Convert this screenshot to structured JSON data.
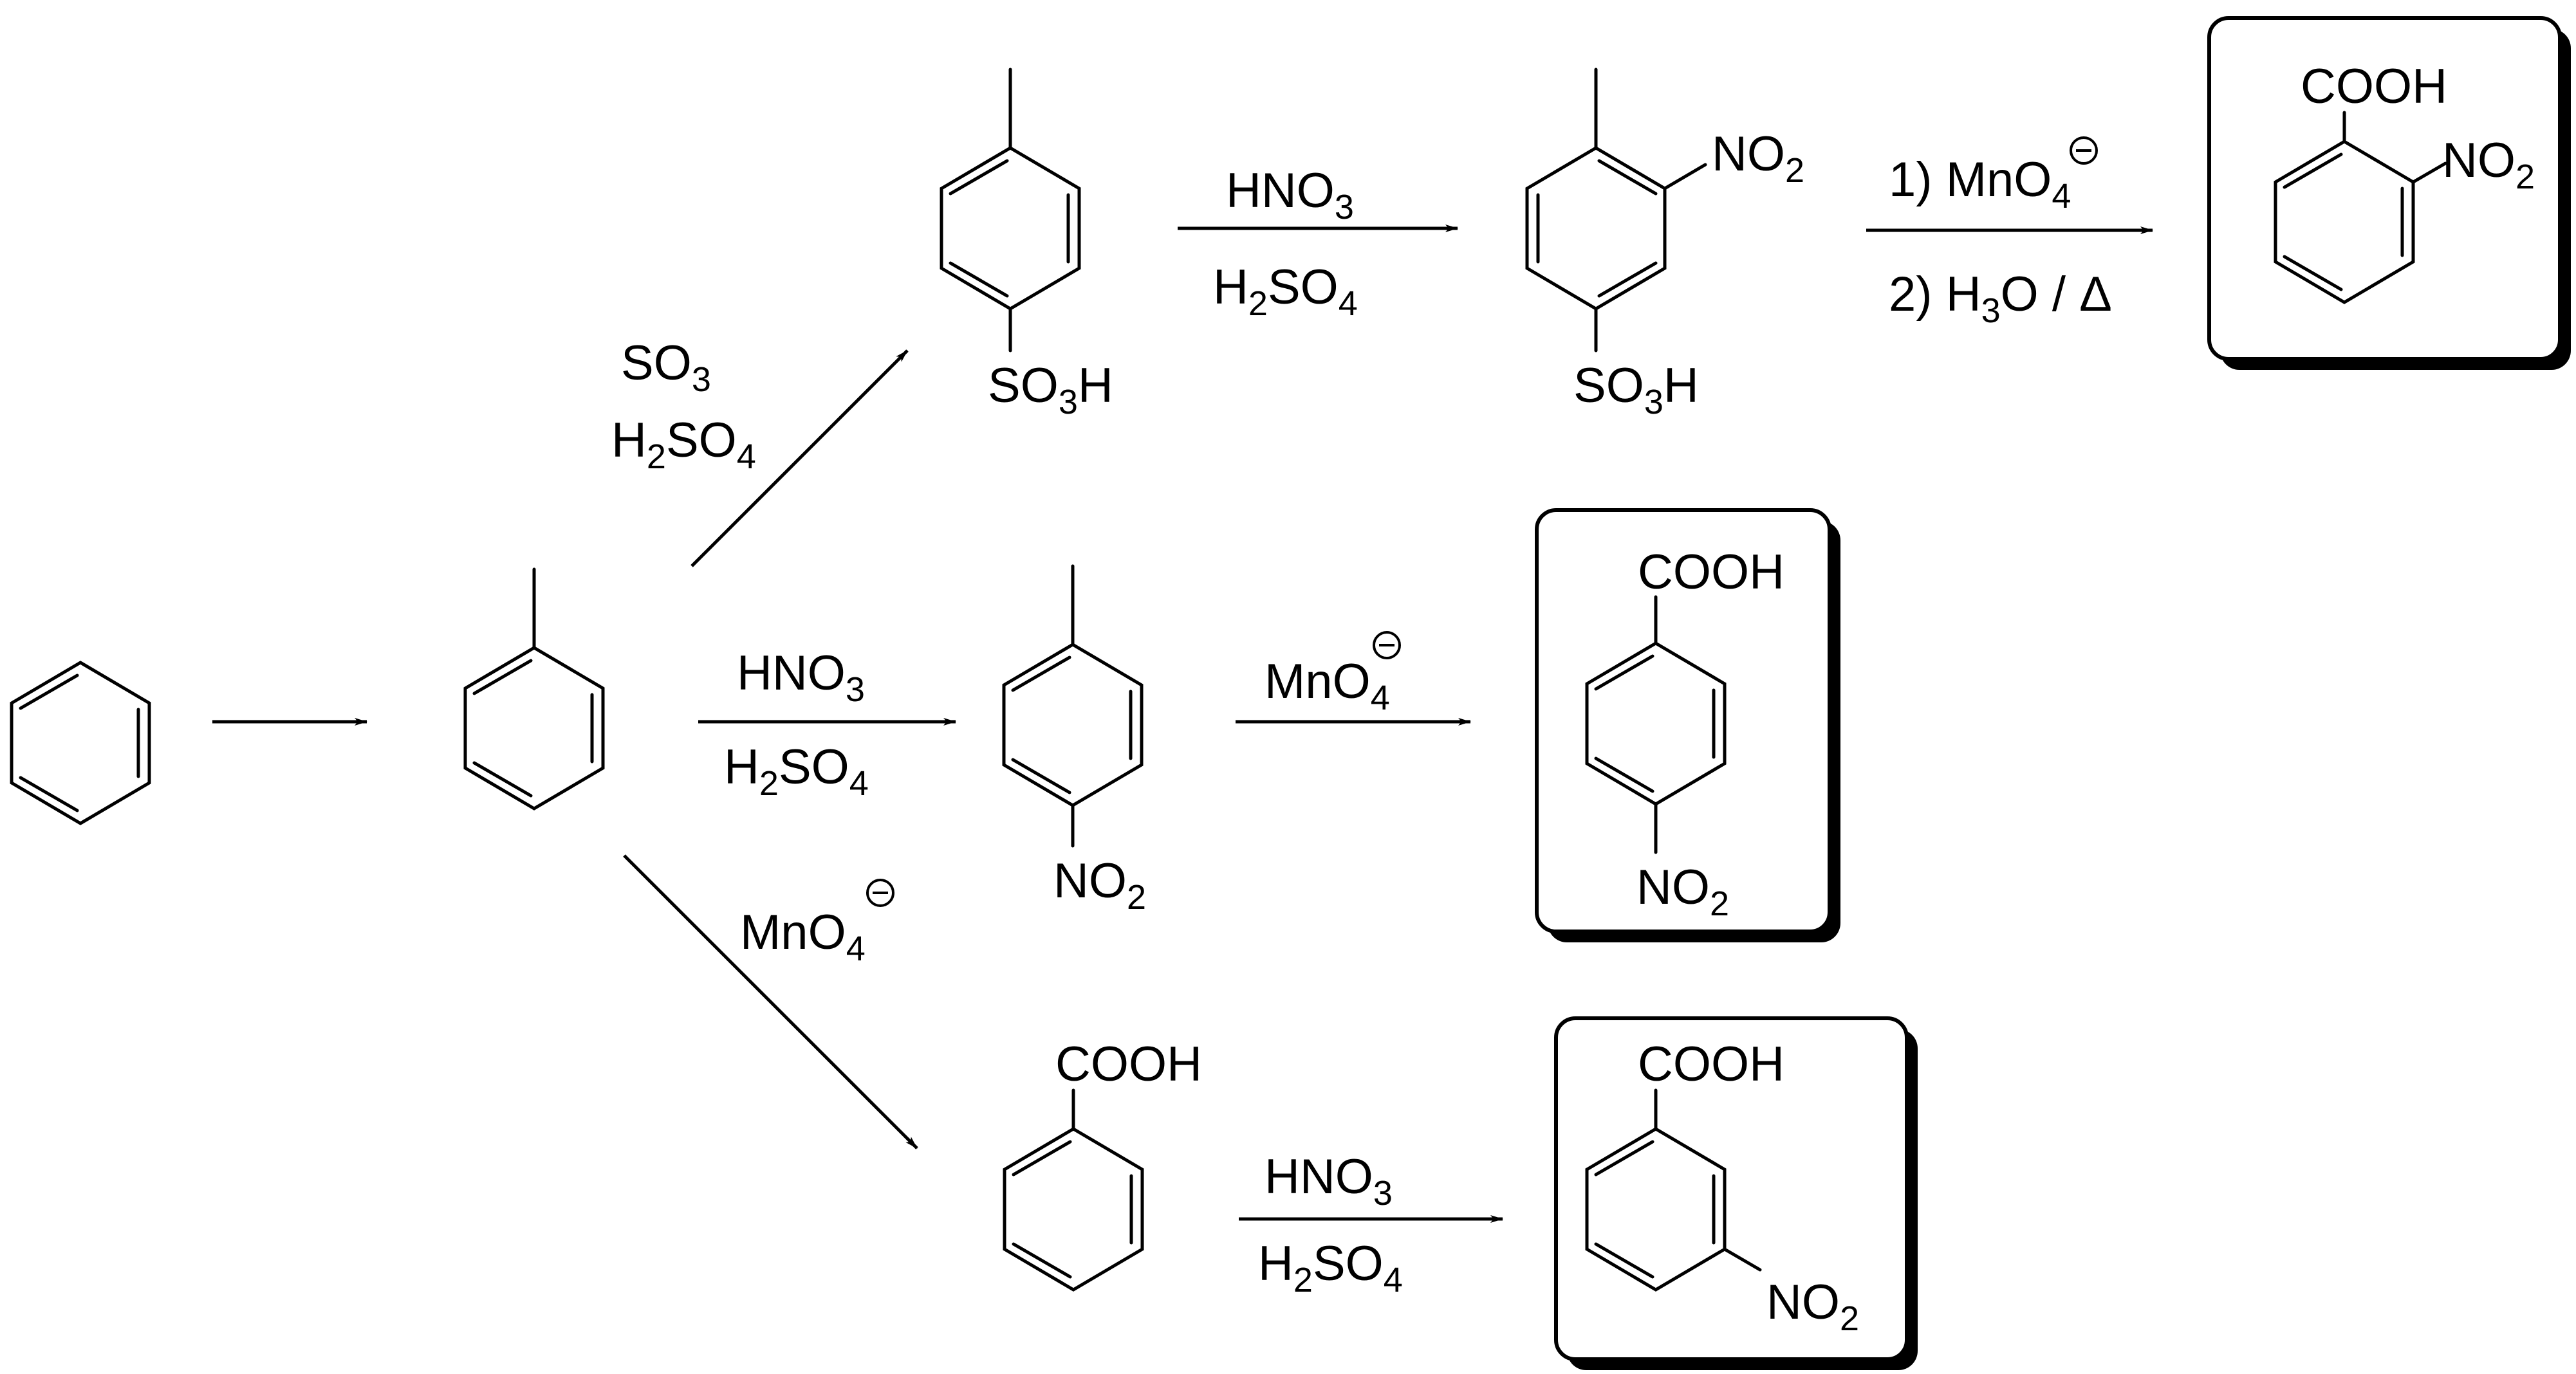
{
  "scheme": {
    "title": "",
    "step1": {
      "reagent_line1": "",
      "reagent_line2": ""
    },
    "sulfonation": {
      "reagent_so3": "SO3",
      "reagent_h2so4": "H2SO4"
    },
    "nitration_1": {
      "reagent_top": "HNO3",
      "reagent_bottom": "H2SO4"
    },
    "oxidation_1": {
      "reagent_line1": "1) MnO4",
      "reagent_line2": "2) H3O / Δ"
    },
    "nitration_direct": {
      "reagent_top": "HNO3",
      "reagent_bottom": "H2SO4"
    },
    "oxidation_direct": {
      "reagent": "MnO4"
    },
    "oxidation_toluene": {
      "reagent": "MnO4"
    },
    "nitration_benzoic": {
      "reagent_top": "HNO3",
      "reagent_bottom": "H2SO4"
    },
    "labels": {
      "so3h": "SO3H",
      "no2": "NO2",
      "cooh": "COOH"
    }
  }
}
